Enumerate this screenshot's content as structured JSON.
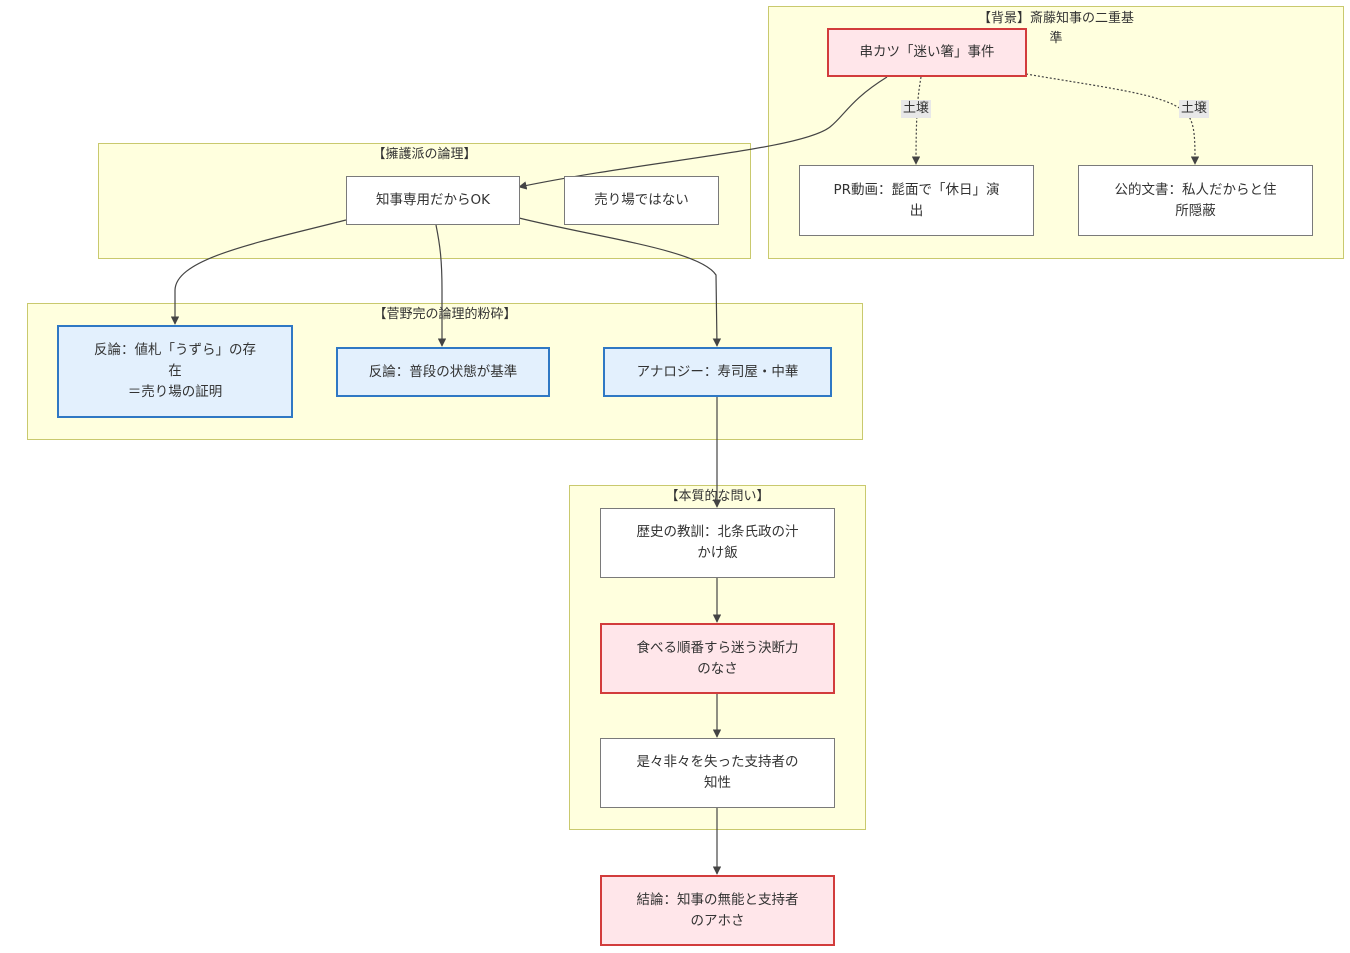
{
  "clusters": {
    "background": {
      "title": "【背景】斎藤知事の二重基\n準"
    },
    "defense": {
      "title": "【擁護派の論理】"
    },
    "refute": {
      "title": "【菅野完の論理的粉砕】"
    },
    "essence": {
      "title": "【本質的な問い】"
    }
  },
  "nodes": {
    "incident": "串カツ「迷い箸」事件",
    "pr_video": "PR動画：髭面で「休日」演\n出",
    "public_doc": "公的文書：私人だからと住\n所隠蔽",
    "governor_only": "知事専用だからOK",
    "not_store": "売り場ではない",
    "counter_price": "反論：値札「うずら」の存\n在\n＝売り場の証明",
    "counter_normal": "反論：普段の状態が基準",
    "analogy": "アナロジー：寿司屋・中華",
    "history": "歴史の教訓：北条氏政の汁\nかけ飯",
    "indecision": "食べる順番すら迷う決断力\nのなさ",
    "supporters": "是々非々を失った支持者の\n知性",
    "conclusion": "結論：知事の無能と支持者\nのアホさ"
  },
  "edge_labels": {
    "incident_to_pr": "土壌",
    "incident_to_doc": "土壌"
  },
  "colors": {
    "cluster_fill": "#ffffde",
    "cluster_border": "#c9c96e",
    "highlight_red_fill": "#ffe6ea",
    "highlight_red_border": "#d23c3c",
    "highlight_blue_fill": "#e3f0fd",
    "highlight_blue_border": "#2f78c4",
    "edge": "#444444"
  }
}
